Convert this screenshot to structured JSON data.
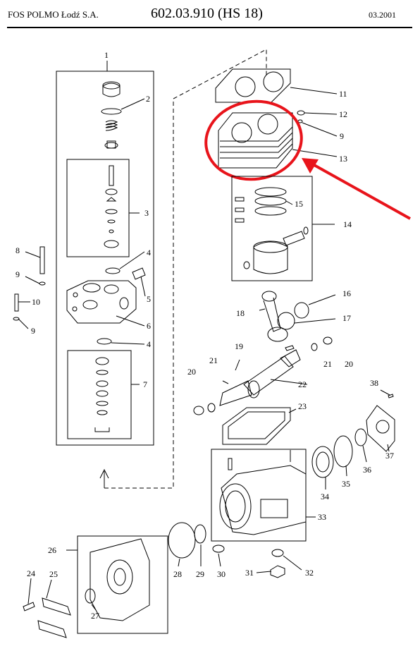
{
  "header": {
    "company": "FOS POLMO Łodź S.A.",
    "code": "602.03.910   (HS 18)",
    "date": "03.2001"
  },
  "callouts": [
    "1",
    "2",
    "3",
    "4",
    "5",
    "6",
    "4",
    "7",
    "8",
    "9",
    "10",
    "9",
    "11",
    "12",
    "9",
    "13",
    "14",
    "15",
    "16",
    "17",
    "18",
    "19",
    "20",
    "21",
    "22",
    "21",
    "20",
    "23",
    "38",
    "37",
    "36",
    "35",
    "34",
    "33",
    "26",
    "24",
    "25",
    "27",
    "28",
    "29",
    "30",
    "31",
    "32"
  ],
  "highlight_color": "#e8141b"
}
